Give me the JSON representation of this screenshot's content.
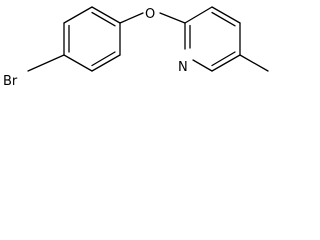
{
  "molecule": {
    "atoms": {
      "bromine": "Br",
      "oxygen": "O",
      "nitrogen": "N"
    }
  }
}
